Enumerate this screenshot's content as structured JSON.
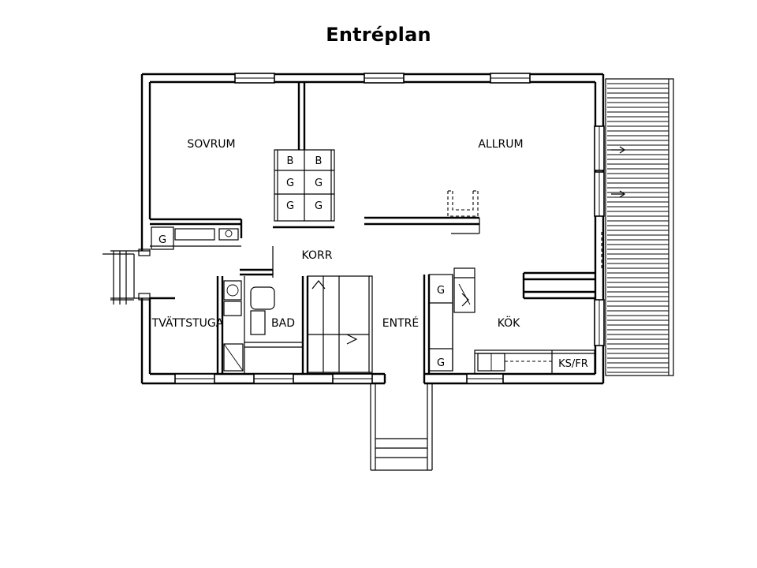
{
  "plan": {
    "title": "Entréplan",
    "rooms": {
      "sovrum": "SOVRUM",
      "allrum": "ALLRUM",
      "korr": "KORR",
      "tvattstuga": "TVÄTTSTUGA",
      "bad": "BAD",
      "entre": "ENTRÉ",
      "kok": "KÖK"
    },
    "closets": {
      "b": "B",
      "g": "G"
    },
    "appliances": {
      "ks_fr": "KS/FR"
    }
  }
}
